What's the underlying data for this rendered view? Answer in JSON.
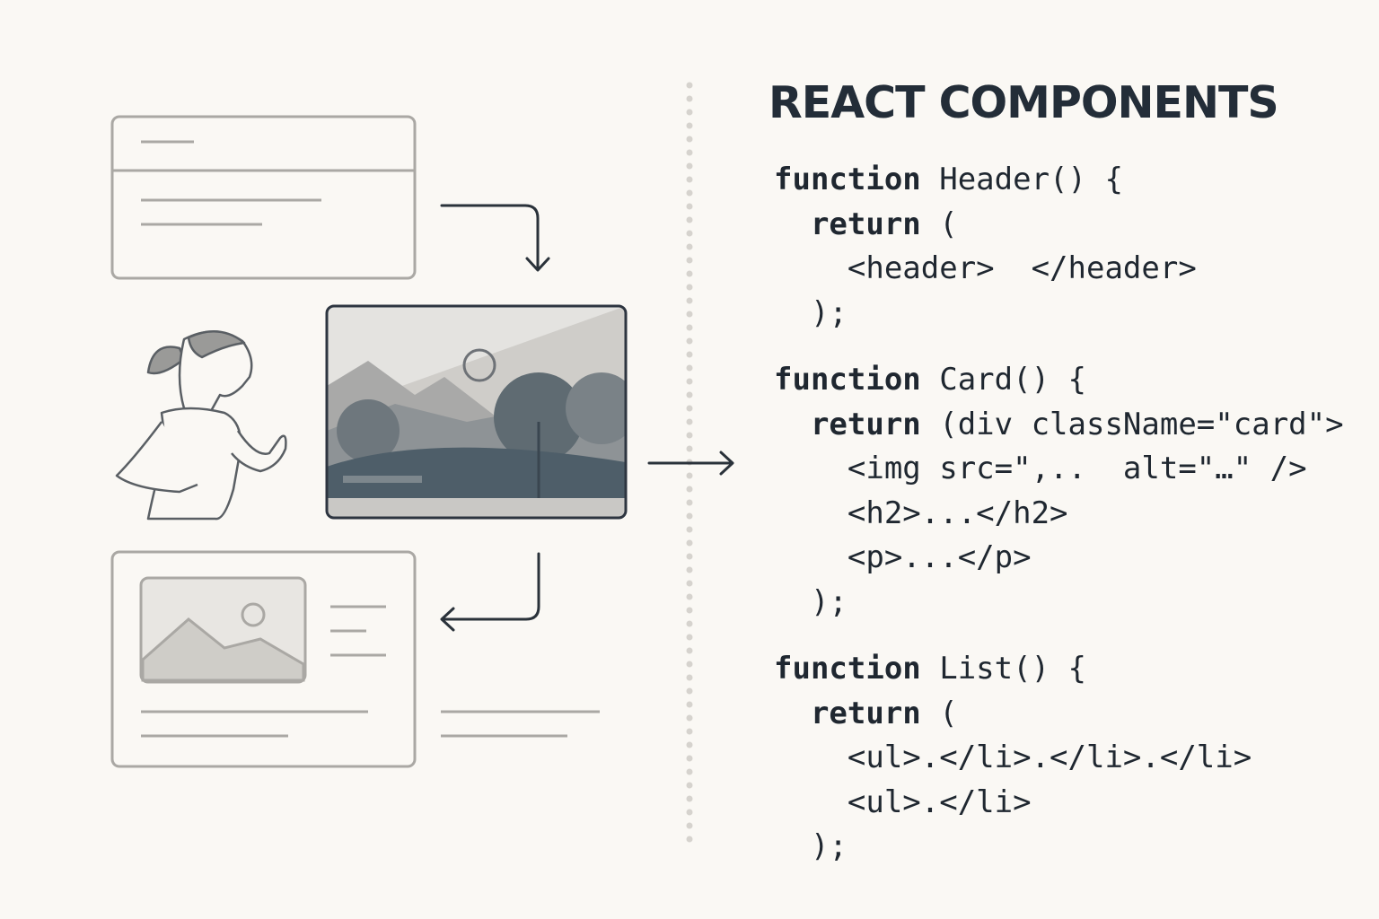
{
  "title": "REACT COMPONENTS",
  "blocks": [
    {
      "name": "header",
      "lines": [
        {
          "kw": "function",
          "rest": " Header() {"
        },
        {
          "kw": "  return",
          "rest": " ("
        },
        {
          "kw": "",
          "rest": "    <header>  </header>"
        },
        {
          "kw": "",
          "rest": "  );"
        }
      ]
    },
    {
      "name": "card",
      "lines": [
        {
          "kw": "function",
          "rest": " Card() {"
        },
        {
          "kw": "  return",
          "rest": " (div className=\"card\">"
        },
        {
          "kw": "",
          "rest": "    <img src=\",..  alt=\"…\" />"
        },
        {
          "kw": "",
          "rest": "    <h2>...</h2>"
        },
        {
          "kw": "",
          "rest": "    <p>...</p>"
        },
        {
          "kw": "",
          "rest": "  );"
        }
      ]
    },
    {
      "name": "list",
      "lines": [
        {
          "kw": "function",
          "rest": " List() {"
        },
        {
          "kw": "  return",
          "rest": " ("
        },
        {
          "kw": "",
          "rest": "    <ul>.</li>.</li>.</li>"
        },
        {
          "kw": "",
          "rest": "    <ul>.</li>"
        },
        {
          "kw": "",
          "rest": "  );"
        }
      ]
    }
  ],
  "colors": {
    "background": "#faf8f4",
    "ink": "#232d38",
    "wireframe": "#a9a7a3",
    "photo_dark": "#4e5e69"
  }
}
